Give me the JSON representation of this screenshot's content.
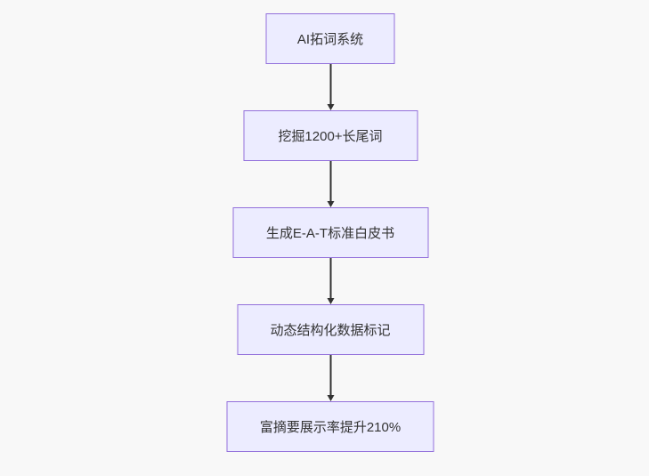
{
  "diagram": {
    "type": "flowchart-top-down",
    "nodes": [
      {
        "id": "node-1",
        "label": "AI拓词系统"
      },
      {
        "id": "node-2",
        "label": "挖掘1200+长尾词"
      },
      {
        "id": "node-3",
        "label": "生成E-A-T标准白皮书"
      },
      {
        "id": "node-4",
        "label": "动态结构化数据标记"
      },
      {
        "id": "node-5",
        "label": "富摘要展示率提升210%"
      }
    ],
    "edges": [
      {
        "from": "node-1",
        "to": "node-2",
        "style": "arrow-down"
      },
      {
        "from": "node-2",
        "to": "node-3",
        "style": "arrow-down"
      },
      {
        "from": "node-3",
        "to": "node-4",
        "style": "arrow-down"
      },
      {
        "from": "node-4",
        "to": "node-5",
        "style": "arrow-down"
      }
    ],
    "colors": {
      "background": "#f8f8f8",
      "node_fill": "#ececff",
      "node_border": "#9370db",
      "arrow": "#333333",
      "text": "#333333"
    }
  }
}
